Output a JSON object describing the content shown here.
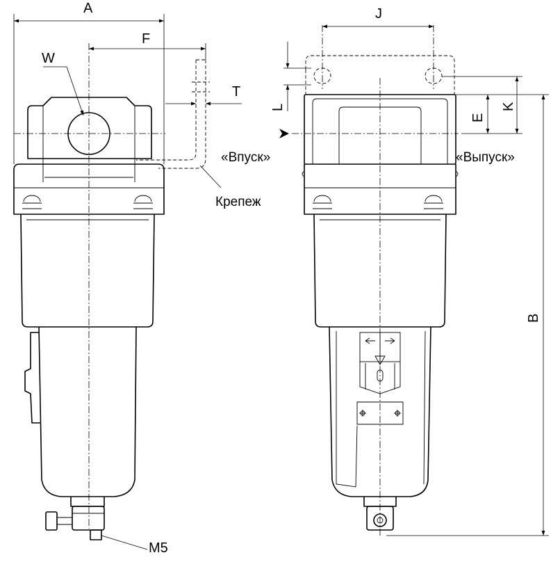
{
  "labels": {
    "A": "A",
    "F": "F",
    "W": "W",
    "T": "T",
    "J": "J",
    "L": "L",
    "E": "E",
    "K": "K",
    "B": "B",
    "M5": "M5",
    "bracket": "Крепеж",
    "inlet": "«Впуск»",
    "outlet": "«Выпуск»"
  }
}
